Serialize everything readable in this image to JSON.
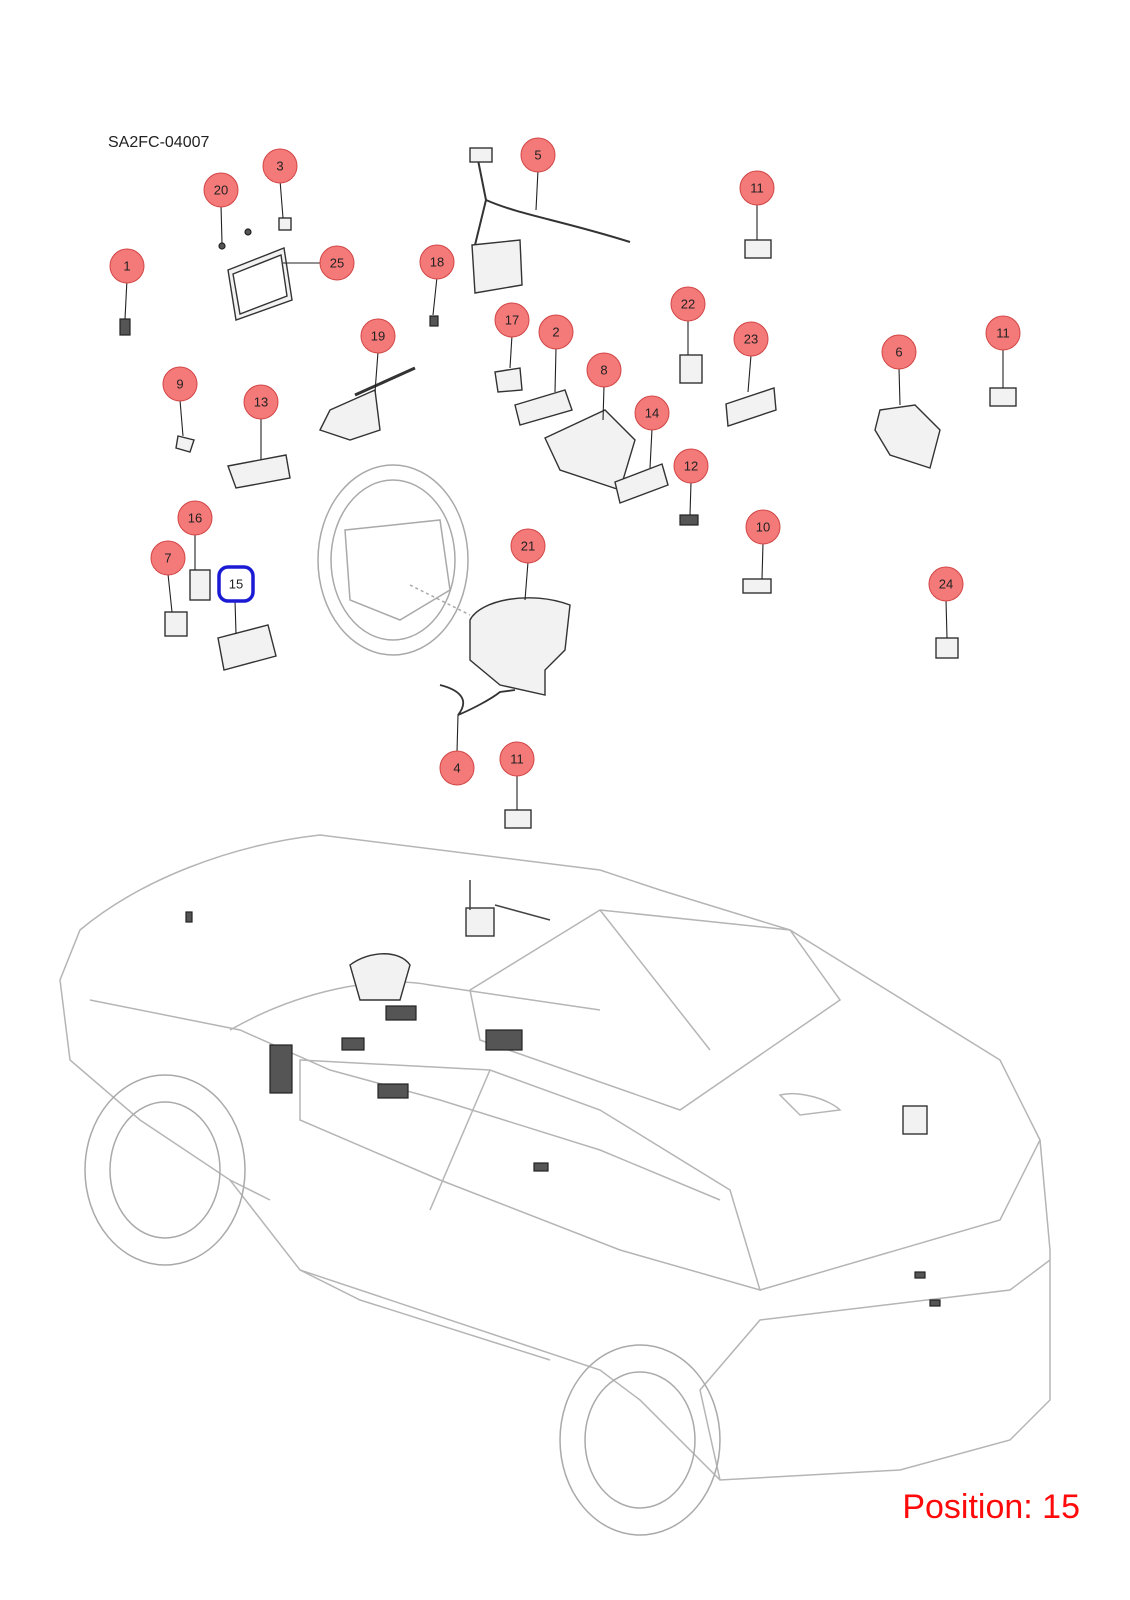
{
  "header": {
    "code": "SA2FC-04007"
  },
  "footer": {
    "position_text": "Position: 15"
  },
  "colors": {
    "callout_fill": "#f47a7a",
    "callout_stroke": "#d24545",
    "highlight": "#1b1bd6",
    "position_text": "#ff0a0a"
  },
  "callouts": [
    {
      "label": "1"
    },
    {
      "label": "2"
    },
    {
      "label": "3"
    },
    {
      "label": "4"
    },
    {
      "label": "5"
    },
    {
      "label": "6"
    },
    {
      "label": "7"
    },
    {
      "label": "8"
    },
    {
      "label": "9"
    },
    {
      "label": "10"
    },
    {
      "label": "11"
    },
    {
      "label": "11"
    },
    {
      "label": "11"
    },
    {
      "label": "12"
    },
    {
      "label": "13"
    },
    {
      "label": "14"
    },
    {
      "label": "15",
      "highlighted": true
    },
    {
      "label": "16"
    },
    {
      "label": "17"
    },
    {
      "label": "18"
    },
    {
      "label": "19"
    },
    {
      "label": "20"
    },
    {
      "label": "21"
    },
    {
      "label": "22"
    },
    {
      "label": "23"
    },
    {
      "label": "24"
    },
    {
      "label": "25"
    }
  ]
}
